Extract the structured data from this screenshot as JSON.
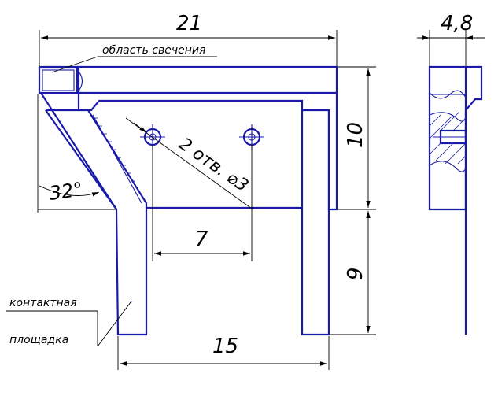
{
  "dimensions": {
    "overall_width": "21",
    "side_thickness": "4,8",
    "upper_height": "10",
    "leg_height": "9",
    "hole_spacing": "7",
    "leg_spacing": "15",
    "bevel_angle": "32°",
    "holes_callout": "2 отв. ⌀3"
  },
  "notes": {
    "glow_area": "область свечения",
    "contact_pad_line1": "контактная",
    "contact_pad_line2": "площадка"
  },
  "colors": {
    "part_outline": "#1a1aa8",
    "dimension_lines": "#000000"
  }
}
